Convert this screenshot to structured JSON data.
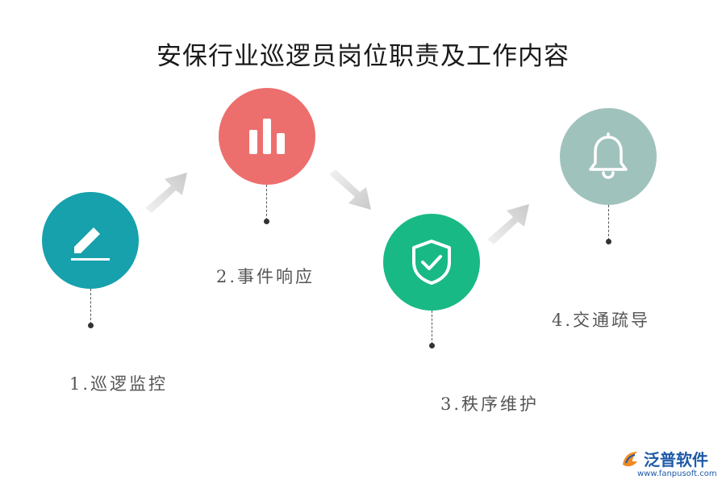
{
  "title": "安保行业巡逻员岗位职责及工作内容",
  "steps": [
    {
      "label": "1.巡逻监控",
      "icon": "pencil-icon",
      "color": "#16a1ac"
    },
    {
      "label": "2.事件响应",
      "icon": "bar-chart-icon",
      "color": "#ec6f6e"
    },
    {
      "label": "3.秩序维护",
      "icon": "shield-check-icon",
      "color": "#19b985"
    },
    {
      "label": "4.交通疏导",
      "icon": "bell-icon",
      "color": "#a0c2bd"
    }
  ],
  "logo": {
    "name": "泛普软件",
    "url": "www.fanpusoft.com"
  }
}
